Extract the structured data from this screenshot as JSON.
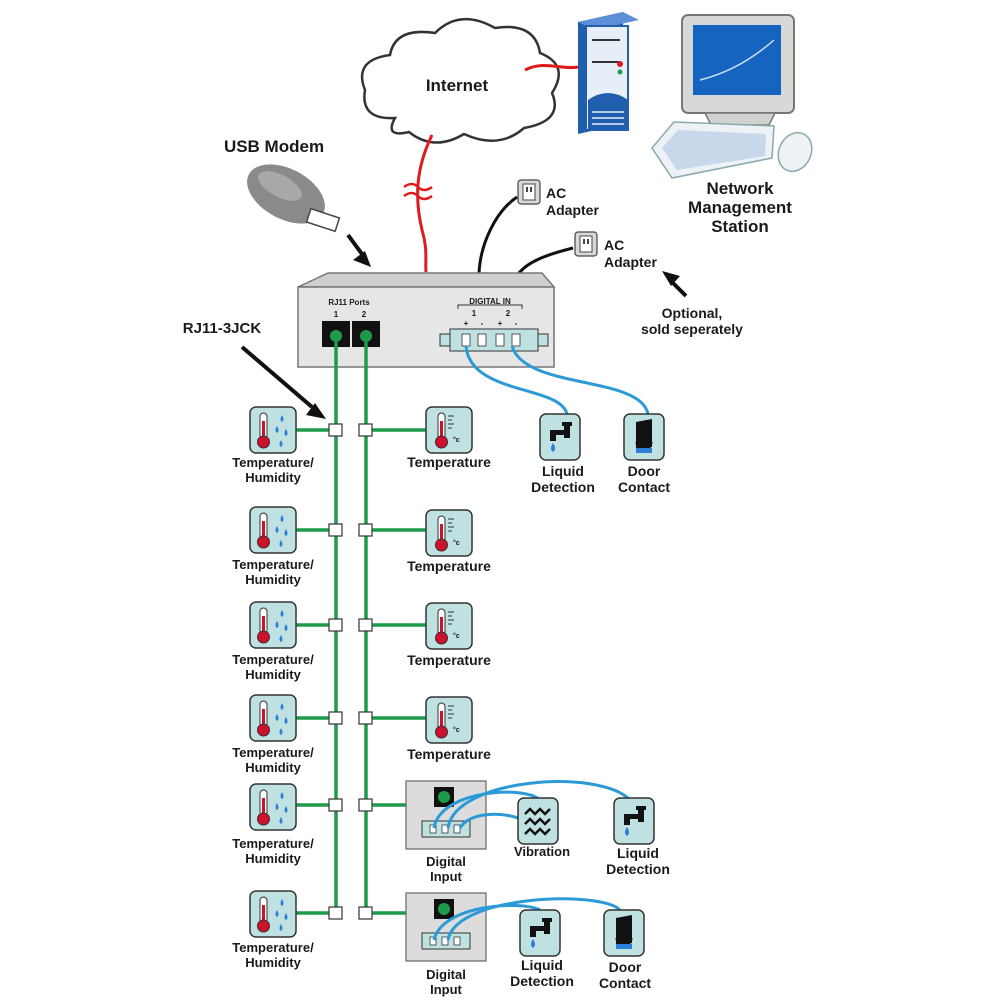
{
  "labels": {
    "internet": "Internet",
    "usb_modem": "USB Modem",
    "nms_line1": "Network",
    "nms_line2": "Management",
    "nms_line3": "Station",
    "ac_adapter_1_line1": "AC",
    "ac_adapter_1_line2": "Adapter",
    "ac_adapter_2_line1": "AC",
    "ac_adapter_2_line2": "Adapter",
    "optional_line1": "Optional,",
    "optional_line2": "sold seperately",
    "rj11_3jck": "RJ11-3JCK",
    "rj11_ports": "RJ11 Ports",
    "port_1": "1",
    "port_2": "2",
    "digital_in": "DIGITAL IN",
    "din_1": "1",
    "din_2": "2",
    "plus": "+",
    "minus": "-",
    "liquid_line1": "Liquid",
    "liquid_line2": "Detection",
    "door_line1": "Door",
    "door_line2": "Contact",
    "vibration": "Vibration",
    "digital_input_line1": "Digital",
    "digital_input_line2": "Input",
    "temperature": "Temperature",
    "temp_hum_line1": "Temperature/",
    "temp_hum_line2": "Humidity",
    "celsius": "°c"
  },
  "colors": {
    "sensor_bus": "#1e9b4a",
    "digital_wire": "#2b9ad6",
    "internet_link": "#e01b1b",
    "power_cable": "#111111",
    "sensor_tile": "#bfe1e2",
    "thermometer": "#d0112b",
    "droplet": "#2b7fd6"
  }
}
